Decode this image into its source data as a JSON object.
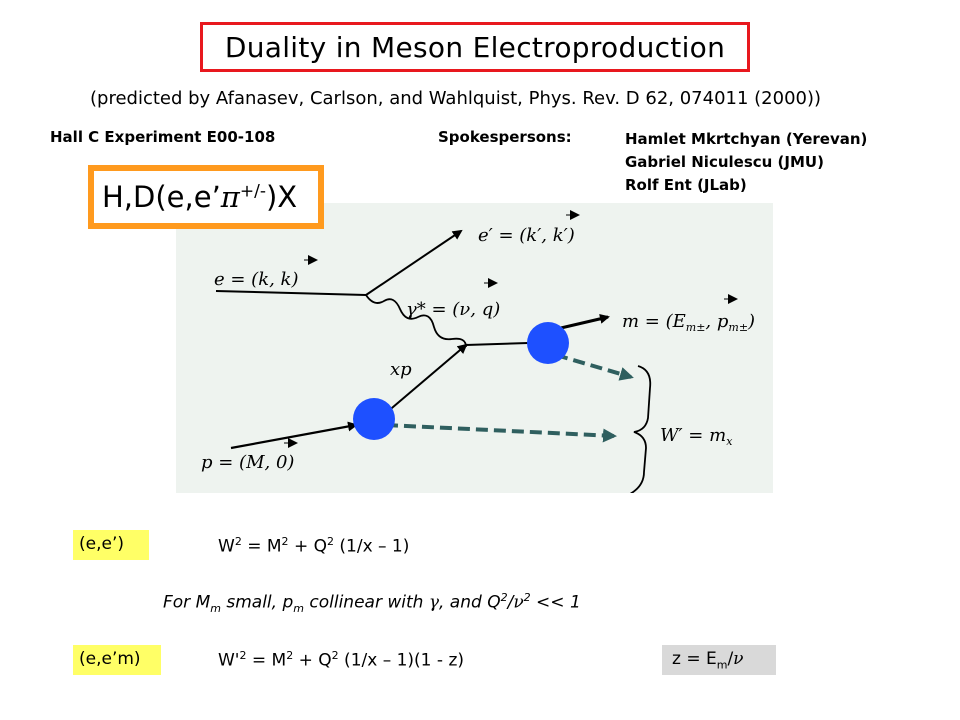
{
  "title": "Duality in Meson Electroproduction",
  "subtitle": "(predicted by Afanasev, Carlson, and Wahlquist, Phys. Rev. D 62, 074011 (2000))",
  "experiment": "Hall C Experiment E00-108",
  "spokespersons_label": "Spokespersons:",
  "spokespersons": [
    "Hamlet Mkrtchyan (Yerevan)",
    "Gabriel Niculescu (JMU)",
    "Rolf Ent (JLab)"
  ],
  "reaction": {
    "prefix": "H,D(e,e’",
    "pi": "π",
    "charge": "+/-",
    "suffix": ")X"
  },
  "diagram": {
    "e_in": "e = (k, k)",
    "e_out": "e′ = (k′, k′)",
    "photon": "γ* = (ν, q)",
    "meson": "m = (E",
    "meson_sub": "m±",
    "meson_mid": ", p",
    "meson_end": ")",
    "xp": "xp",
    "proton": "p = (M, 0)",
    "wprime": "W′ = m",
    "wprime_sub": "x"
  },
  "tag_ee": "(e,e’)",
  "eq_w": {
    "a": "W",
    "b": " = M",
    "c": " + Q",
    "d": " (1/x – 1)",
    "sup": "2"
  },
  "note": {
    "a": "For M",
    "m": "m",
    "b": " small, p",
    "c": " collinear with ",
    "gamma": "γ",
    "d": ", and Q",
    "e": "/",
    "nu": "ν",
    "f": " << 1"
  },
  "tag_eem": "(e,e’m)",
  "eq_wp": {
    "a": "W'",
    "b": " = M",
    "c": " + Q",
    "d": " (1/x – 1)(1 - z)"
  },
  "zbox": {
    "a": "z = E",
    "sub": "m",
    "b": "/",
    "nu": "ν"
  },
  "colors": {
    "title_border": "#e8181e",
    "reaction_border": "#ff9a1e",
    "tag": "#ffff66",
    "blob": "#1e50ff",
    "dashed": "#2f5f5f"
  }
}
